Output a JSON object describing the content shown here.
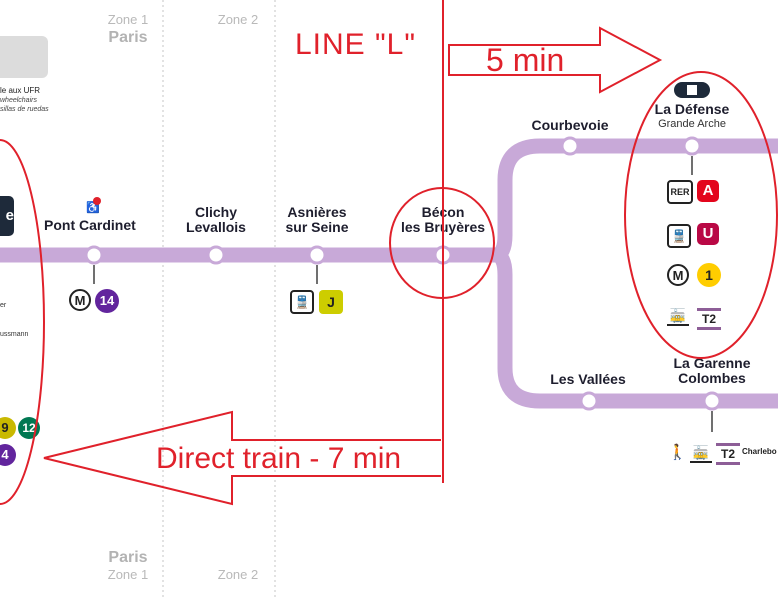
{
  "legend": {
    "line1": "le aux UFR",
    "line2": "wheelchairs",
    "line3": "sillas de ruedas"
  },
  "zones": {
    "top_zone1": "Zone 1",
    "top_paris": "Paris",
    "top_zone2": "Zone 2",
    "bottom_paris": "Paris",
    "bottom_zone1": "Zone 1",
    "bottom_zone2": "Zone 2"
  },
  "stations": {
    "left_partial": "e",
    "pont_cardinet": "Pont Cardinet",
    "clichy_1": "Clichy",
    "clichy_2": "Levallois",
    "asnieres_1": "Asnières",
    "asnieres_2": "sur Seine",
    "becon_1": "Bécon",
    "becon_2": "les Bruyères",
    "courbevoie": "Courbevoie",
    "la_defense": "La Défense",
    "grande_arche": "Grande Arche",
    "les_vallees": "Les Vallées",
    "garenne_1": "La Garenne",
    "garenne_2": "Colombes",
    "charlebourg": "Charlebo"
  },
  "left_small": {
    "a": "er",
    "b": "ussmann"
  },
  "badges": {
    "metro_m": "M",
    "metro_14": "14",
    "train_j": "J",
    "rer": "RER",
    "rer_a": "A",
    "u": "U",
    "metro_1": "1",
    "tram_t2": "T2",
    "left_9": "9",
    "left_12": "12",
    "left_4": "4"
  },
  "annotations": {
    "line_l": "LINE \"L\"",
    "five_min": "5 min",
    "direct_train": "Direct train - 7 min"
  },
  "colors": {
    "line": "#c8a9d8",
    "annotation": "#e0212b",
    "metro14": "#62259d",
    "rer_a": "#e3051c",
    "u": "#b90845",
    "metro1": "#ffcd00",
    "train_j": "#cdcd00",
    "metro12": "#007852",
    "tram": "#8d5e97"
  }
}
